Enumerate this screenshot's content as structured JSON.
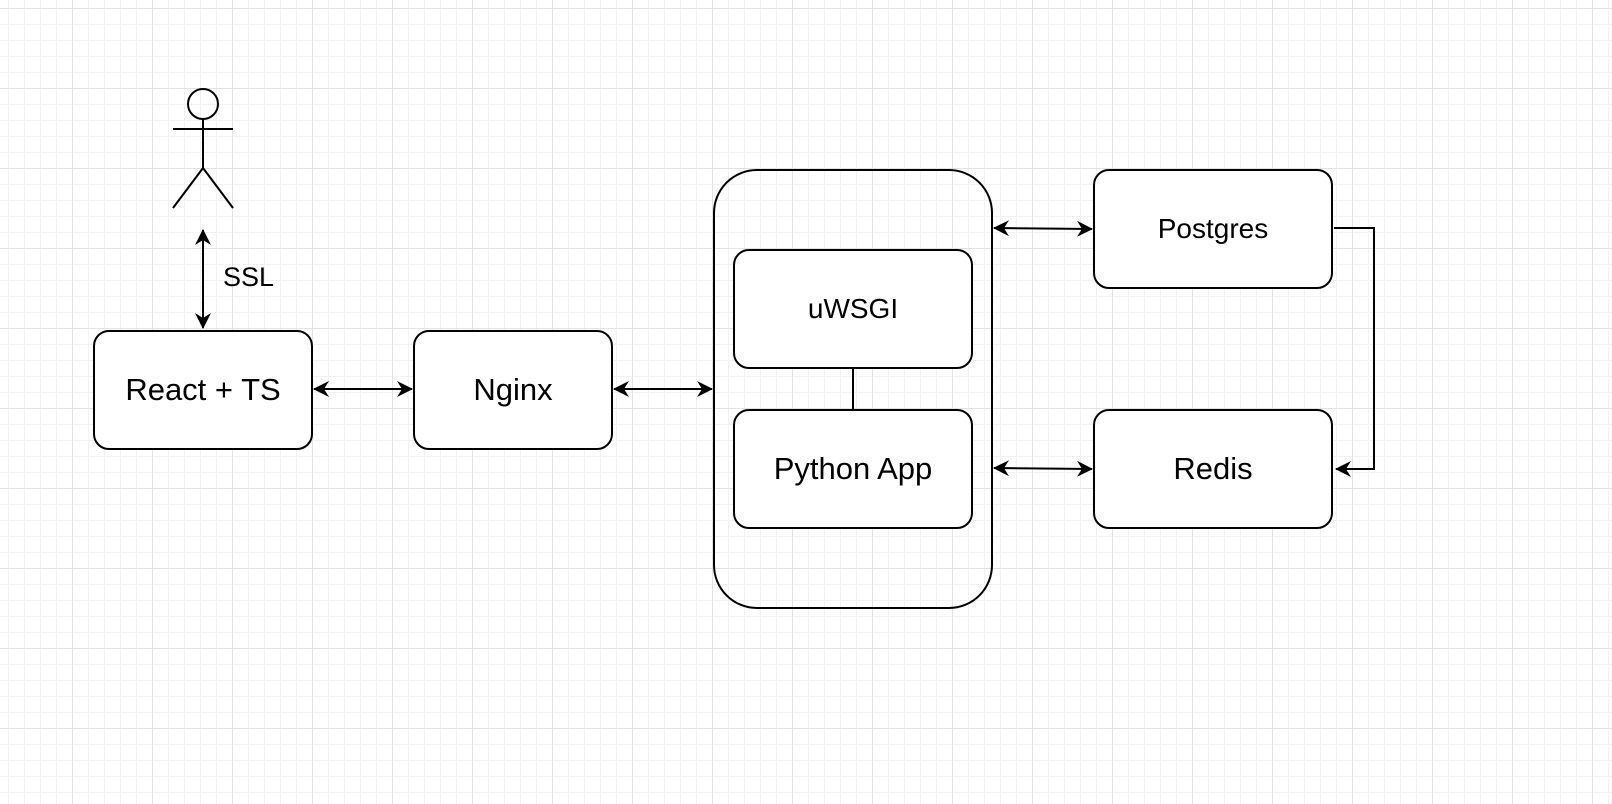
{
  "nodes": {
    "react": {
      "label": "React + TS"
    },
    "nginx": {
      "label": "Nginx"
    },
    "uwsgi": {
      "label": "uWSGI"
    },
    "python_app": {
      "label": "Python App"
    },
    "postgres": {
      "label": "Postgres"
    },
    "redis": {
      "label": "Redis"
    }
  },
  "edges": {
    "user_react": {
      "label": "SSL"
    }
  }
}
